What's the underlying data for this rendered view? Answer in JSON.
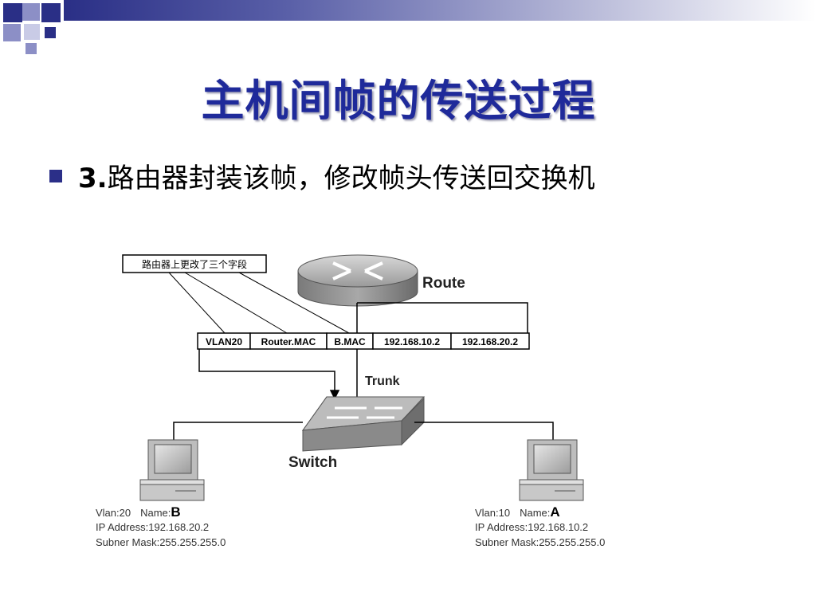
{
  "slide": {
    "title": "主机间帧的传送过程",
    "bullet_number": "3.",
    "bullet_text": "路由器封装该帧，修改帧头传送回交换机"
  },
  "diagram": {
    "callout": "路由器上更改了三个字段",
    "router_label": "Route",
    "frame_fields": [
      "VLAN20",
      "Router.MAC",
      "B.MAC",
      "192.168.10.2",
      "192.168.20.2"
    ],
    "trunk_label": "Trunk",
    "switch_label": "Switch",
    "host_b": {
      "vlan_prefix": "Vlan:20",
      "name_prefix": "Name:",
      "name": "B",
      "ip": "IP Address:192.168.20.2",
      "mask": "Subner Mask:255.255.255.0"
    },
    "host_a": {
      "vlan_prefix": "Vlan:10",
      "name_prefix": "Name:",
      "name": "A",
      "ip": "IP Address:192.168.10.2",
      "mask": "Subner Mask:255.255.255.0"
    }
  }
}
